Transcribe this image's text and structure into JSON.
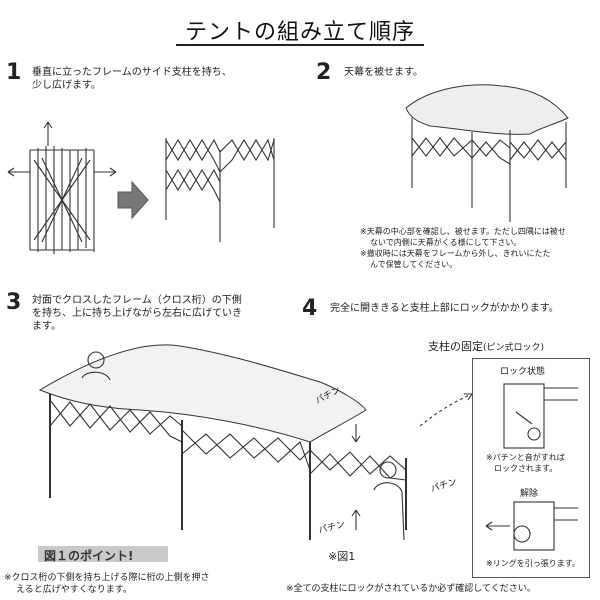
{
  "title": "テントの組み立て順序",
  "steps": [
    {
      "num": "1",
      "text_lines": [
        "垂直に立ったフレームのサイド支柱を持ち、",
        "少し広げます。"
      ]
    },
    {
      "num": "2",
      "text_lines": [
        "天幕を被せます。"
      ],
      "notes": [
        "※天幕の中心部を確認し、被せます。ただし四隅には被せ",
        "ないで内側に天幕がくる様にして下さい。",
        "※撤収時には天幕をフレームから外し、きれいにたた",
        "んで保管してください。"
      ]
    },
    {
      "num": "3",
      "text_lines": [
        "対面でクロスしたフレーム（クロス桁）の下側",
        "を持ち、上に持ち上げながら左右に広げていき",
        "ます。"
      ]
    },
    {
      "num": "4",
      "text_lines": [
        "完全に開ききると支柱上部にロックがかかります。"
      ]
    }
  ],
  "lock_section": {
    "heading": "支柱の固定",
    "heading_sub": "(ピン式ロック)",
    "locked_label": "ロック状態",
    "locked_note": [
      "※パチンと音がすれば",
      "ロックされます。"
    ],
    "release_label": "解除",
    "release_note": "※リングを引っ張ります。"
  },
  "sounds": [
    "パチン",
    "パチン",
    "パチン"
  ],
  "figure_label": "※図1",
  "point": {
    "heading": "図１のポイント!",
    "note_lines": [
      "※クロス桁の下側を持ち上げる際に桁の上側を押さ",
      "えると広げやすくなります。"
    ]
  },
  "final_note": "※全ての支柱にロックがされているか必ず確認してください。"
}
